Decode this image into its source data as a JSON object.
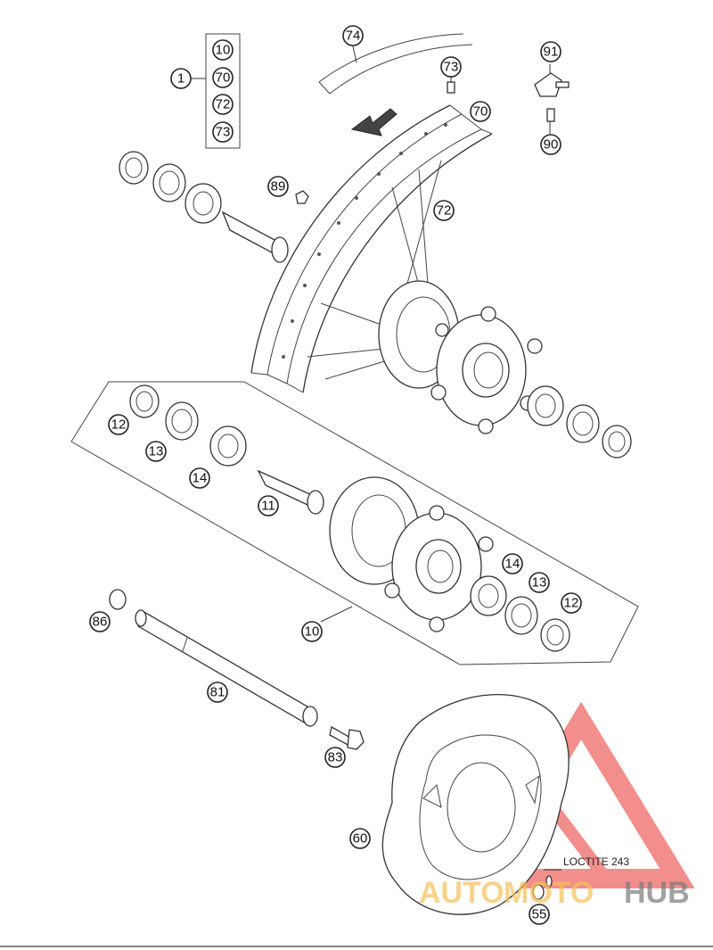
{
  "callouts": {
    "c1": "1",
    "c10a": "10",
    "c70a": "70",
    "c72a": "72",
    "c73a": "73",
    "c74": "74",
    "c73b": "73",
    "c91": "91",
    "c90": "90",
    "c70b": "70",
    "c89": "89",
    "c72b": "72",
    "c12a": "12",
    "c13a": "13",
    "c14a": "14",
    "c11": "11",
    "c14b": "14",
    "c13b": "13",
    "c12b": "12",
    "c10b": "10",
    "c86": "86",
    "c81": "81",
    "c83": "83",
    "c60": "60",
    "c55": "55"
  },
  "note": "LOCTITE 243",
  "watermark": {
    "part1": "AUTO",
    "part2": "MOTO",
    "part3": "HUB"
  },
  "colors": {
    "line": "#333333",
    "watermark_red": "#e8322e",
    "watermark_yellow": "#f5c15a",
    "watermark_gray": "#7a7a7a"
  }
}
